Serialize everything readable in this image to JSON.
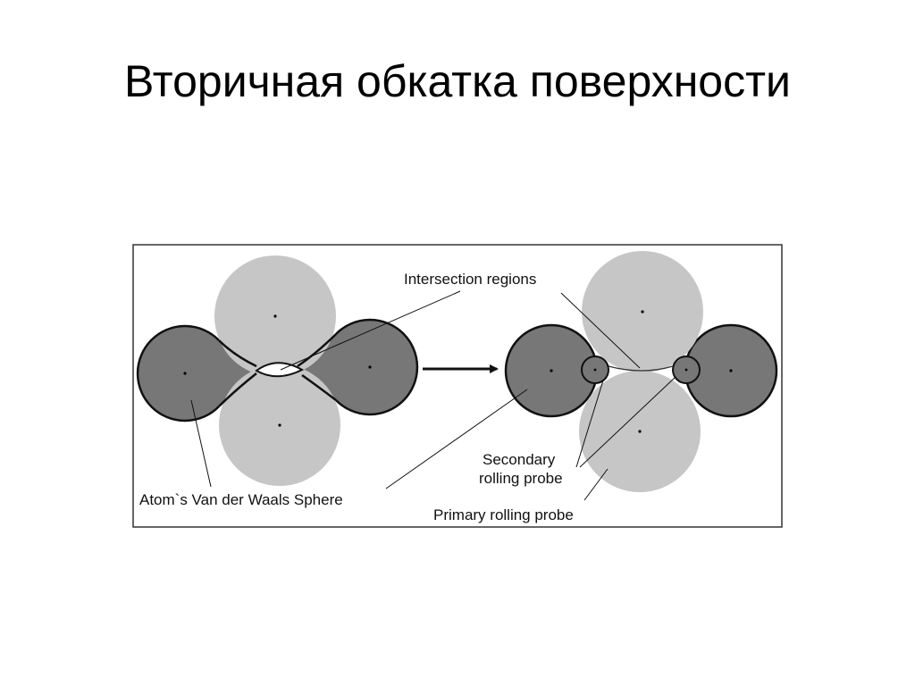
{
  "slide": {
    "title": "Вторичная обкатка поверхности"
  },
  "diagram": {
    "labels": {
      "intersection_regions": "Intersection regions",
      "atom_sphere": "Atom`s Van der Waals Sphere",
      "secondary_line1": "Secondary",
      "secondary_line2": "rolling probe",
      "primary_probe": "Primary rolling probe"
    },
    "colors": {
      "atom_fill": "#777777",
      "probe_fill": "#c6c6c6",
      "stroke": "#111111",
      "frame": "#333333"
    }
  }
}
